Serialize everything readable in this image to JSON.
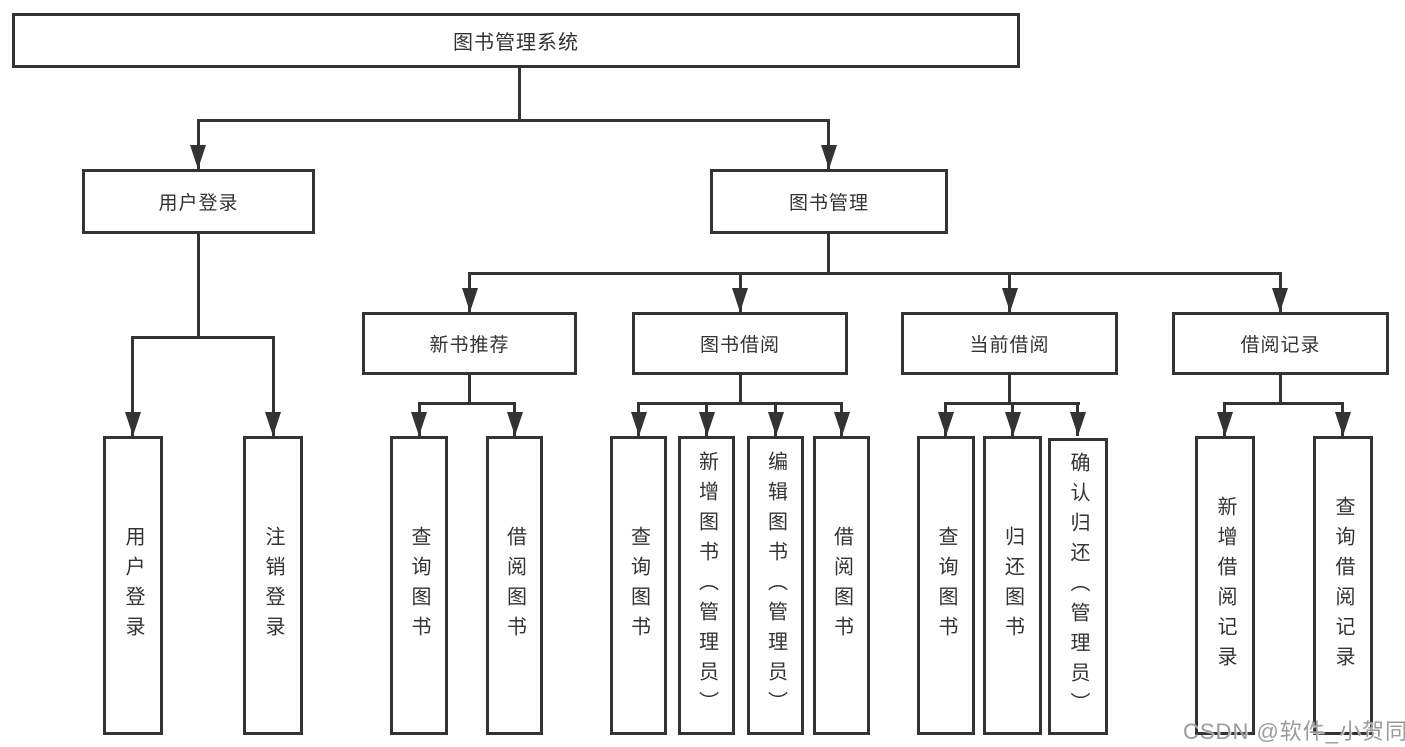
{
  "colors": {
    "line": "#333333",
    "box_border": "#333333",
    "text": "#333333",
    "background": "#ffffff",
    "watermark": "#9b9b9b"
  },
  "watermark": {
    "text": "CSDN @软件_小贺同学"
  },
  "tree": {
    "root": {
      "label": "图书管理系统",
      "children": [
        {
          "label": "用户登录",
          "children": [
            {
              "label": "用户登录"
            },
            {
              "label": "注销登录"
            }
          ]
        },
        {
          "label": "图书管理",
          "children": [
            {
              "label": "新书推荐",
              "children": [
                {
                  "label": "查询图书"
                },
                {
                  "label": "借阅图书"
                }
              ]
            },
            {
              "label": "图书借阅",
              "children": [
                {
                  "label": "查询图书"
                },
                {
                  "label": "新增图书（管理员）"
                },
                {
                  "label": "编辑图书（管理员）"
                },
                {
                  "label": "借阅图书"
                }
              ]
            },
            {
              "label": "当前借阅",
              "children": [
                {
                  "label": "查询图书"
                },
                {
                  "label": "归还图书"
                },
                {
                  "label": "确认归还（管理员）"
                }
              ]
            },
            {
              "label": "借阅记录",
              "children": [
                {
                  "label": "新增借阅记录"
                },
                {
                  "label": "查询借阅记录"
                }
              ]
            }
          ]
        }
      ]
    }
  }
}
